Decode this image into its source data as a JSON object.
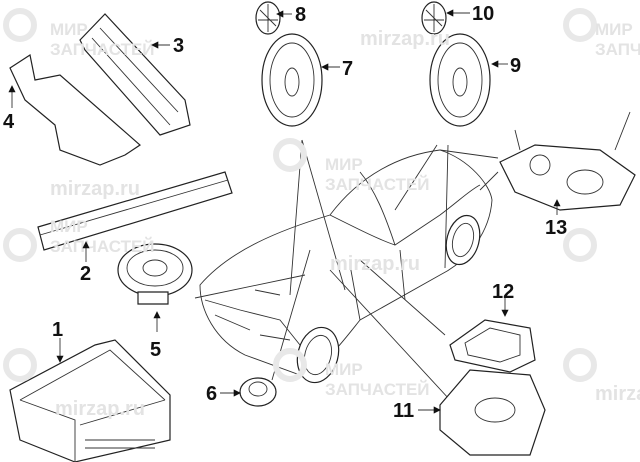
{
  "diagram": {
    "callouts": [
      "1",
      "2",
      "3",
      "4",
      "5",
      "6",
      "7",
      "8",
      "9",
      "10",
      "11",
      "12",
      "13"
    ],
    "watermark": {
      "line1": "МИР",
      "line2": "ЗАПЧАСТЕЙ",
      "site": "mirzap.ru"
    }
  }
}
